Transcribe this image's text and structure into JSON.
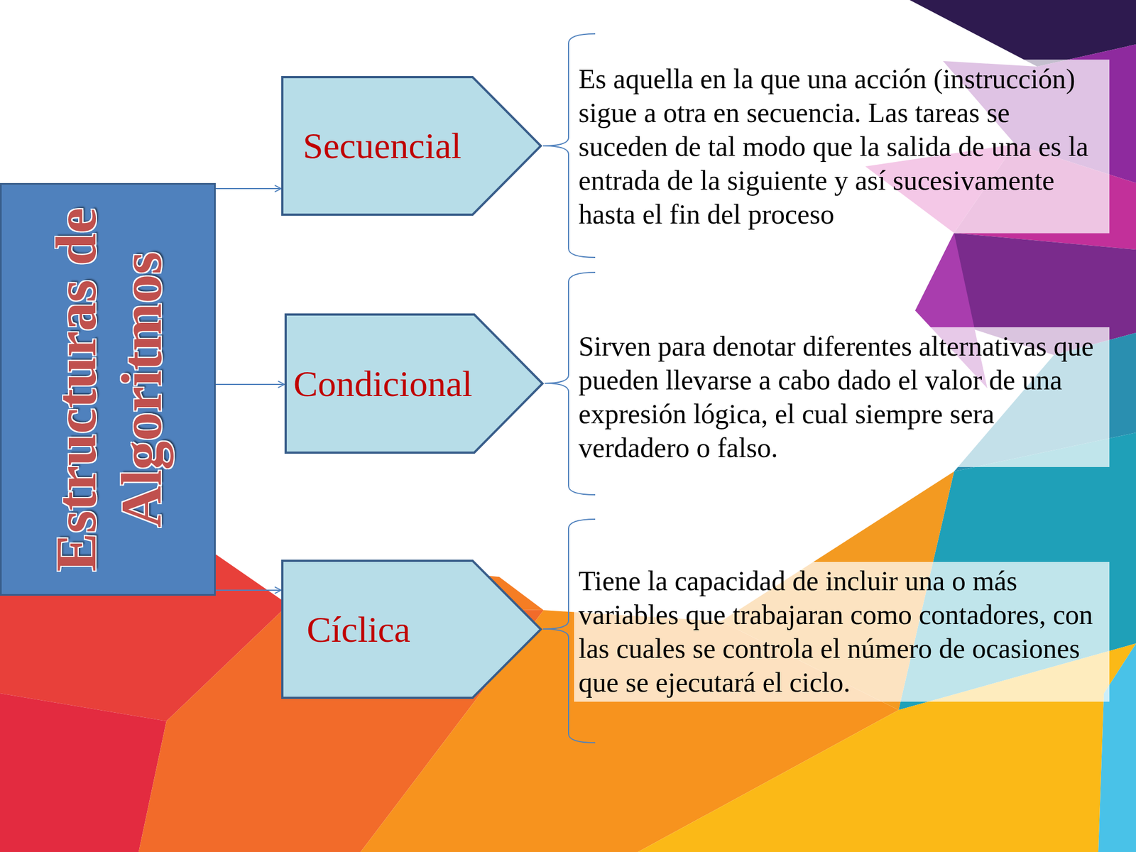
{
  "diagram": {
    "nodes": [
      {
        "text": [
          "Estructuras de Algoritmos"
        ]
      },
      {
        "text": [
          "Secuencial"
        ]
      },
      {
        "text": [
          "Condicional"
        ]
      },
      {
        "text": [
          "Cíclica"
        ]
      }
    ],
    "edges": [
      {
        "from": 0,
        "to": 1,
        "arrow": "to"
      },
      {
        "from": 0,
        "to": 2,
        "arrow": "to"
      },
      {
        "from": 0,
        "to": 3,
        "arrow": "to"
      }
    ],
    "labels": [
      "Es aquella en la que una acción (instrucción) sigue a otra en secuencia. Las tareas se suceden de tal modo que la salida de una es la entrada de la siguiente y así sucesivamente hasta el fin del proceso",
      "Sirven para denotar diferentes alternativas que pueden llevarse a cabo dado el valor de una expresión lógica, el cual siempre sera verdadero o falso.",
      "Tiene la capacidad de incluir una o más variables que trabajaran como contadores, con las cuales se controla el número de ocasiones que se ejecutará el ciclo."
    ]
  }
}
